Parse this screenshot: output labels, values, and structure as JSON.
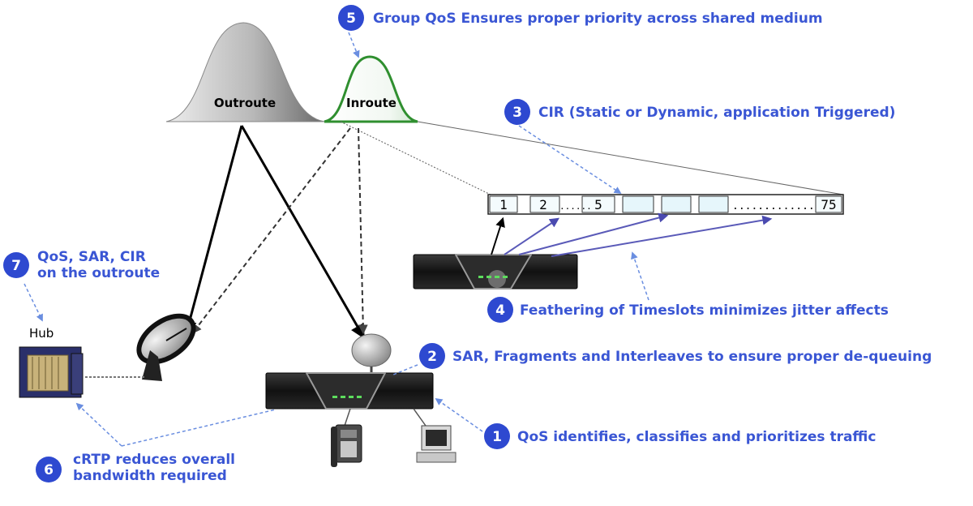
{
  "colors": {
    "accent": "#3a56d4",
    "badge": "#2e49d0",
    "outroute": "#9a9a9a",
    "inroute": "#3a9a3a",
    "slot_fill": "#e8f6fb",
    "modem": "#1a1a1a",
    "arrow_blue": "#5a5ab8"
  },
  "humps": {
    "outroute": "Outroute",
    "inroute": "Inroute"
  },
  "timeslots": {
    "slot1": "1",
    "slot2": "2",
    "dots_short": "......",
    "slot5": "5",
    "dots_long": ".............",
    "slot75": "75"
  },
  "hub_label": "Hub",
  "callouts": [
    {
      "number": "1",
      "text": "QoS identifies, classifies and prioritizes traffic"
    },
    {
      "number": "2",
      "text": "SAR, Fragments and Interleaves to ensure proper de-queuing"
    },
    {
      "number": "3",
      "text": "CIR (Static or Dynamic, application Triggered)"
    },
    {
      "number": "4",
      "text": "Feathering of Timeslots minimizes jitter affects"
    },
    {
      "number": "5",
      "text": "Group QoS Ensures proper priority across shared medium"
    },
    {
      "number": "6",
      "line1": "cRTP reduces overall",
      "line2": "bandwidth required"
    },
    {
      "number": "7",
      "line1": "QoS, SAR, CIR",
      "line2": "on the outroute"
    }
  ],
  "icons": [
    "satellite-dish-icon",
    "small-dish-icon",
    "modem-icon",
    "telephone-icon",
    "computer-icon",
    "hub-server-icon"
  ]
}
